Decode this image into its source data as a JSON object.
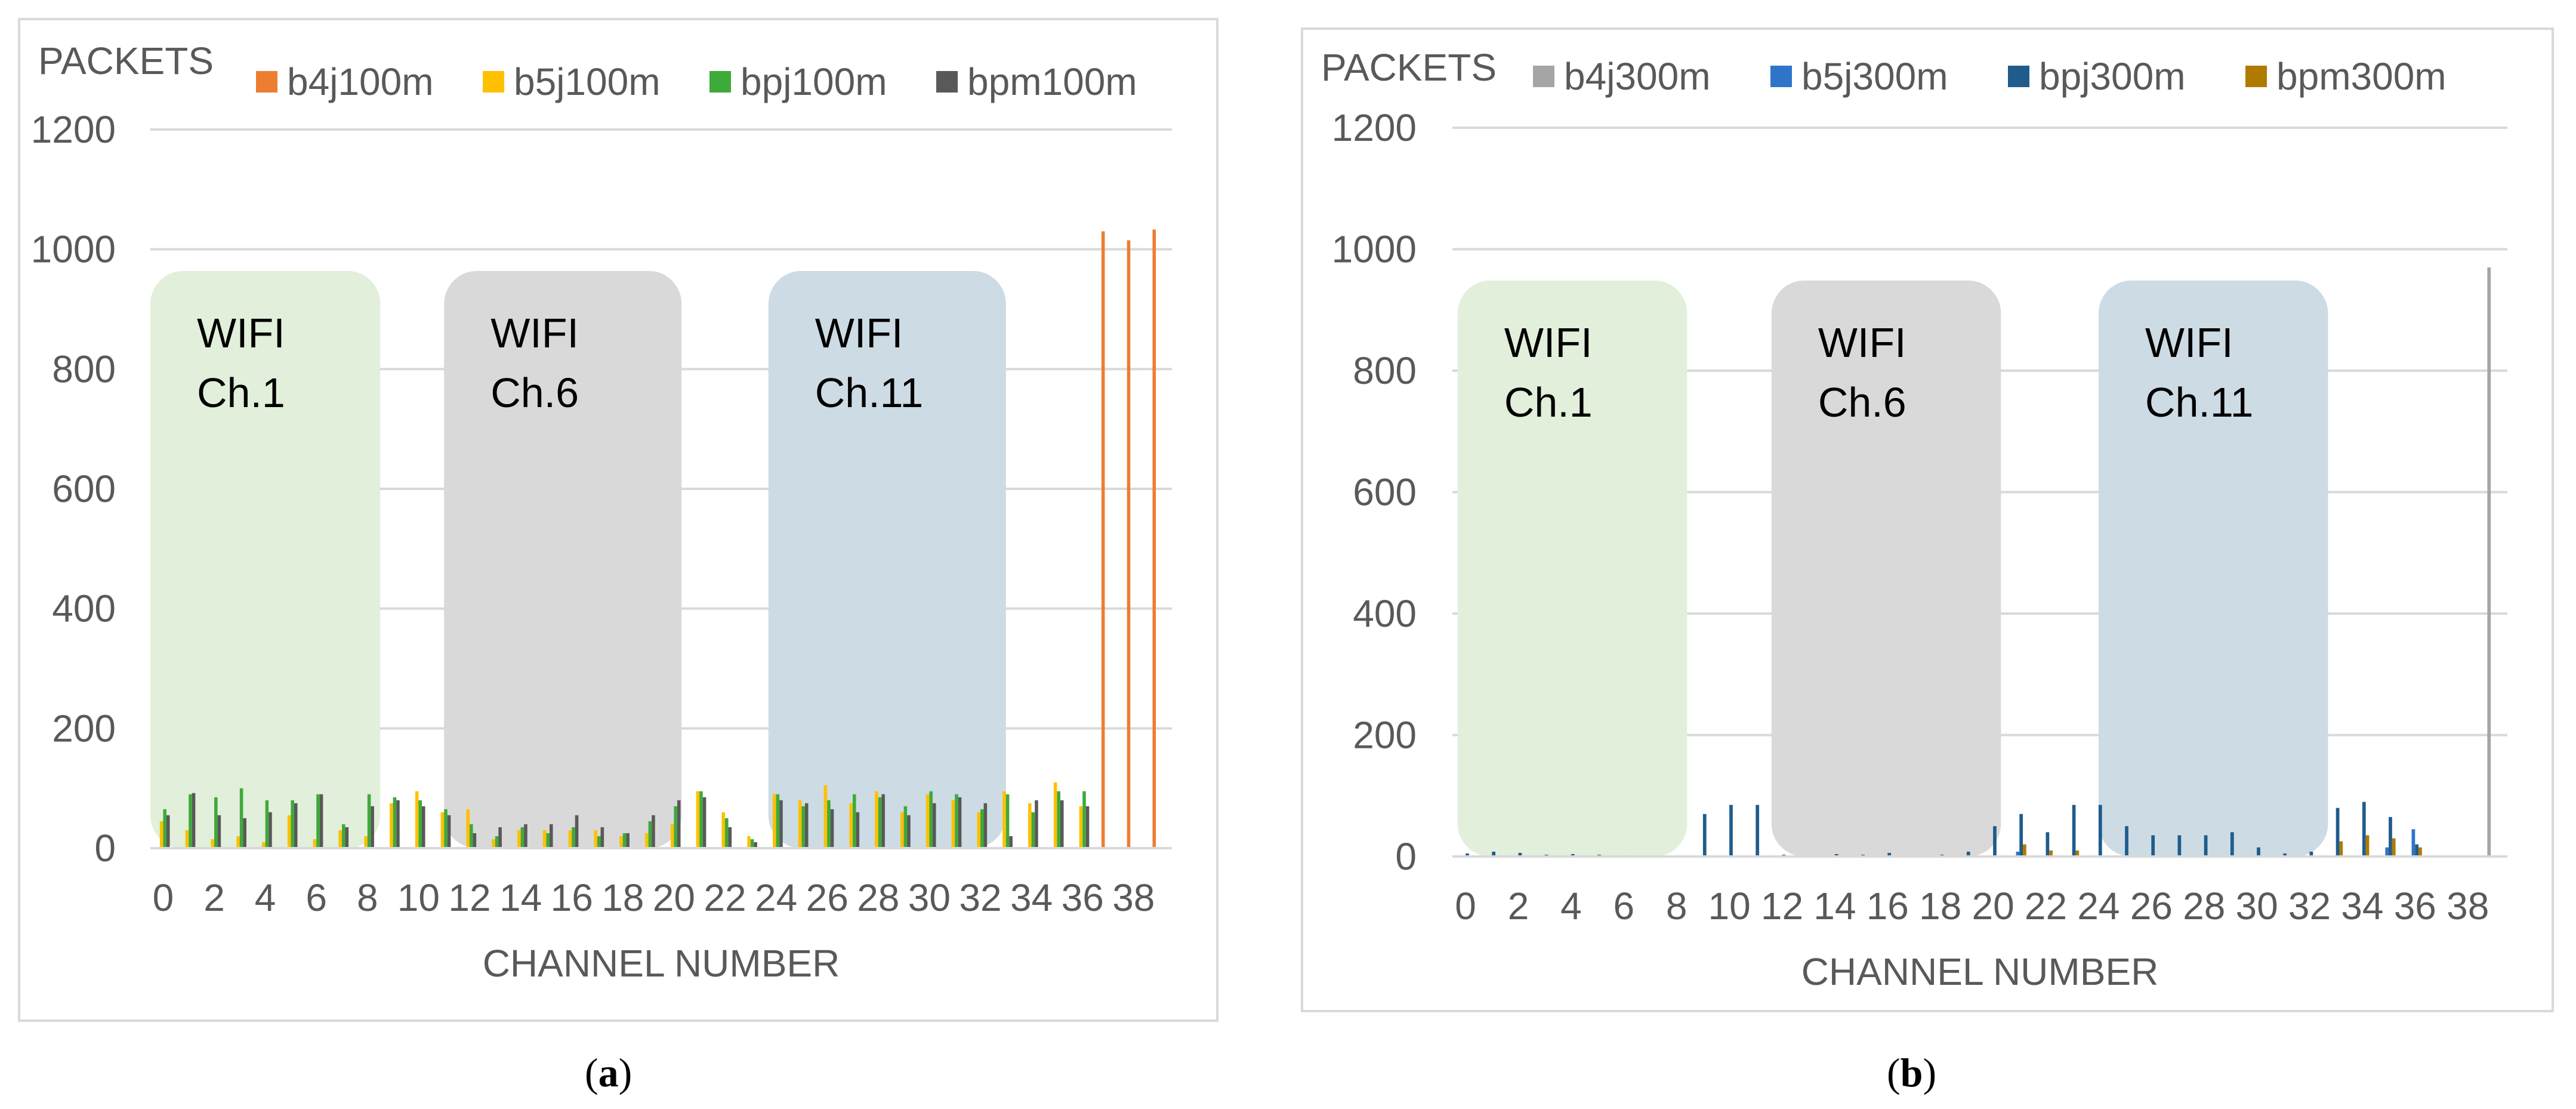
{
  "charts": [
    {
      "caption_letter": "a",
      "ylabel": "PACKETS",
      "xlabel": "CHANNEL NUMBER",
      "legend": [
        {
          "name": "b4j100m",
          "color": "#ED7D31"
        },
        {
          "name": "b5j100m",
          "color": "#FFC000"
        },
        {
          "name": "bpj100m",
          "color": "#3EAA3A"
        },
        {
          "name": "bpm100m",
          "color": "#595959"
        }
      ],
      "y_ticks": [
        "0",
        "200",
        "400",
        "600",
        "800",
        "1000",
        "1200"
      ],
      "x_ticks": [
        "0",
        "2",
        "4",
        "6",
        "8",
        "10",
        "12",
        "14",
        "16",
        "18",
        "20",
        "22",
        "24",
        "26",
        "28",
        "30",
        "32",
        "34",
        "36",
        "38"
      ],
      "regions": [
        {
          "line1": "WIFI",
          "line2": "Ch.1",
          "color": "#E2EFDA"
        },
        {
          "line1": "WIFI",
          "line2": "Ch.6",
          "color": "#D9D9D9"
        },
        {
          "line1": "WIFI",
          "line2": "Ch.11",
          "color": "#CDDBE4"
        }
      ]
    },
    {
      "caption_letter": "b",
      "ylabel": "PACKETS",
      "xlabel": "CHANNEL NUMBER",
      "legend": [
        {
          "name": "b4j300m",
          "color": "#A5A5A5"
        },
        {
          "name": "b5j300m",
          "color": "#2E75C9"
        },
        {
          "name": "bpj300m",
          "color": "#1F5C8C"
        },
        {
          "name": "bpm300m",
          "color": "#B07A00"
        }
      ],
      "y_ticks": [
        "0",
        "200",
        "400",
        "600",
        "800",
        "1000",
        "1200"
      ],
      "x_ticks": [
        "0",
        "2",
        "4",
        "6",
        "8",
        "10",
        "12",
        "14",
        "16",
        "18",
        "20",
        "22",
        "24",
        "26",
        "28",
        "30",
        "32",
        "34",
        "36",
        "38"
      ],
      "regions": [
        {
          "line1": "WIFI",
          "line2": "Ch.1",
          "color": "#E2EFDA"
        },
        {
          "line1": "WIFI",
          "line2": "Ch.6",
          "color": "#D9D9D9"
        },
        {
          "line1": "WIFI",
          "line2": "Ch.11",
          "color": "#CDDBE4"
        }
      ]
    }
  ],
  "chart_data": [
    {
      "type": "bar",
      "ylabel": "PACKETS",
      "xlabel": "CHANNEL NUMBER",
      "ylim": [
        0,
        1200
      ],
      "grid": true,
      "legend_position": "top",
      "categories": [
        0,
        1,
        2,
        3,
        4,
        5,
        6,
        7,
        8,
        9,
        10,
        11,
        12,
        13,
        14,
        15,
        16,
        17,
        18,
        19,
        20,
        21,
        22,
        23,
        24,
        25,
        26,
        27,
        28,
        29,
        30,
        31,
        32,
        33,
        34,
        35,
        36,
        37,
        38,
        39
      ],
      "shaded_channels": [
        {
          "label": "WIFI Ch.1",
          "from": -0.5,
          "to": 8.5
        },
        {
          "label": "WIFI Ch.6",
          "from": 11,
          "to": 20.3
        },
        {
          "label": "WIFI Ch.11",
          "from": 23.7,
          "to": 33
        }
      ],
      "series": [
        {
          "name": "b4j100m",
          "values": [
            0,
            0,
            0,
            0,
            0,
            0,
            0,
            0,
            0,
            0,
            0,
            0,
            0,
            0,
            0,
            0,
            0,
            0,
            0,
            0,
            0,
            0,
            0,
            0,
            0,
            0,
            0,
            0,
            0,
            0,
            0,
            0,
            0,
            0,
            0,
            0,
            0,
            1030,
            1015,
            1033
          ]
        },
        {
          "name": "b5j100m",
          "values": [
            45,
            30,
            15,
            20,
            10,
            55,
            15,
            30,
            20,
            75,
            95,
            60,
            65,
            15,
            30,
            30,
            30,
            30,
            20,
            25,
            40,
            95,
            60,
            20,
            90,
            80,
            105,
            75,
            95,
            60,
            90,
            80,
            60,
            95,
            75,
            110,
            70,
            0,
            0,
            0
          ]
        },
        {
          "name": "bpj100m",
          "values": [
            65,
            90,
            85,
            100,
            80,
            80,
            90,
            40,
            90,
            85,
            80,
            65,
            40,
            20,
            35,
            25,
            35,
            20,
            25,
            45,
            70,
            95,
            50,
            15,
            90,
            70,
            80,
            90,
            85,
            70,
            95,
            90,
            65,
            90,
            60,
            95,
            95,
            0,
            0,
            0
          ]
        },
        {
          "name": "bpm100m",
          "values": [
            55,
            92,
            55,
            50,
            60,
            75,
            90,
            35,
            70,
            80,
            70,
            55,
            25,
            35,
            40,
            40,
            55,
            35,
            25,
            55,
            80,
            85,
            35,
            10,
            80,
            75,
            65,
            60,
            90,
            55,
            75,
            85,
            75,
            20,
            80,
            80,
            70,
            0,
            0,
            0
          ]
        }
      ]
    },
    {
      "type": "bar",
      "ylabel": "PACKETS",
      "xlabel": "CHANNEL NUMBER",
      "ylim": [
        0,
        1200
      ],
      "grid": true,
      "legend_position": "top",
      "categories": [
        0,
        1,
        2,
        3,
        4,
        5,
        6,
        7,
        8,
        9,
        10,
        11,
        12,
        13,
        14,
        15,
        16,
        17,
        18,
        19,
        20,
        21,
        22,
        23,
        24,
        25,
        26,
        27,
        28,
        29,
        30,
        31,
        32,
        33,
        34,
        35,
        36,
        37,
        38,
        39
      ],
      "shaded_channels": [
        {
          "label": "WIFI Ch.1",
          "from": -0.3,
          "to": 8.4
        },
        {
          "label": "WIFI Ch.6",
          "from": 11.6,
          "to": 20.3
        },
        {
          "label": "WIFI Ch.11",
          "from": 24.0,
          "to": 32.7
        }
      ],
      "series": [
        {
          "name": "b4j300m",
          "values": [
            0,
            0,
            0,
            0,
            0,
            0,
            0,
            0,
            0,
            0,
            0,
            0,
            0,
            0,
            0,
            0,
            0,
            0,
            0,
            0,
            0,
            0,
            0,
            0,
            0,
            0,
            0,
            0,
            0,
            0,
            0,
            0,
            0,
            0,
            0,
            0,
            0,
            0,
            0,
            970
          ]
        },
        {
          "name": "b5j300m",
          "values": [
            0,
            0,
            0,
            0,
            0,
            0,
            0,
            0,
            0,
            0,
            0,
            0,
            0,
            0,
            0,
            0,
            0,
            0,
            0,
            0,
            0,
            8,
            0,
            0,
            0,
            0,
            0,
            0,
            0,
            0,
            0,
            0,
            0,
            0,
            0,
            15,
            45,
            0,
            0,
            0
          ]
        },
        {
          "name": "bpj300m",
          "values": [
            5,
            8,
            6,
            3,
            4,
            3,
            2,
            1,
            2,
            70,
            85,
            85,
            3,
            2,
            4,
            3,
            6,
            2,
            3,
            8,
            50,
            70,
            40,
            85,
            85,
            50,
            35,
            35,
            35,
            40,
            15,
            5,
            8,
            80,
            90,
            65,
            20,
            0,
            0,
            0
          ]
        },
        {
          "name": "bpm300m",
          "values": [
            0,
            0,
            0,
            0,
            0,
            0,
            0,
            0,
            0,
            0,
            0,
            0,
            0,
            0,
            0,
            0,
            0,
            0,
            0,
            0,
            0,
            20,
            10,
            10,
            0,
            0,
            0,
            0,
            0,
            0,
            0,
            0,
            0,
            25,
            35,
            30,
            15,
            0,
            0,
            0
          ]
        }
      ]
    }
  ]
}
